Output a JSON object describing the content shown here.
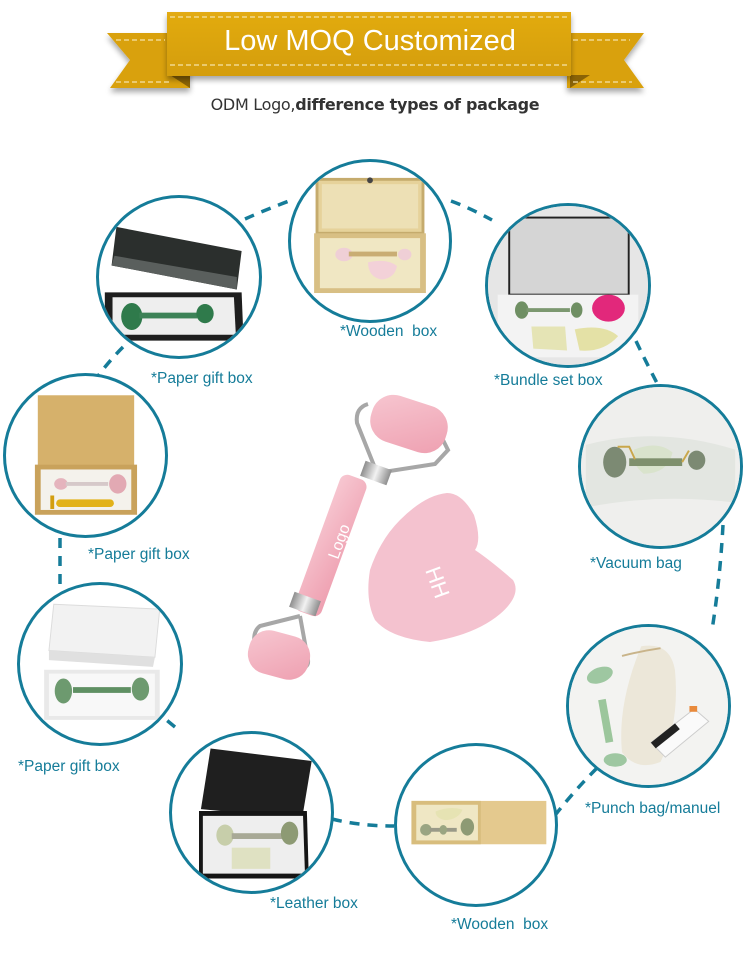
{
  "banner": {
    "title": "Low MOQ Customized",
    "ribbon_color": "#dba40b",
    "ribbon_dark": "#a67808"
  },
  "subtitle": {
    "regular": "ODM Logo,",
    "bold": "difference types of package"
  },
  "accent_color": "#157c99",
  "center_product": {
    "roller_logo_text": "Logo",
    "gua_sha_logo_text": "HH",
    "color": "#f3b8c4"
  },
  "packages": [
    {
      "id": "wooden-box-top",
      "label": "*Wooden  box",
      "icon": "wooden-box-icon"
    },
    {
      "id": "paper-gift-box-1",
      "label": "*Paper gift box",
      "icon": "black-marble-gift-box-icon"
    },
    {
      "id": "bundle-set-box",
      "label": "*Bundle set box",
      "icon": "bundle-set-box-icon"
    },
    {
      "id": "paper-gift-box-2",
      "label": "*Paper gift box",
      "icon": "kraft-gift-box-icon"
    },
    {
      "id": "vacuum-bag",
      "label": "*Vacuum bag",
      "icon": "vacuum-bag-icon"
    },
    {
      "id": "paper-gift-box-3",
      "label": "*Paper gift box",
      "icon": "white-gift-box-icon"
    },
    {
      "id": "punch-bag",
      "label": "*Punch bag/manuel",
      "icon": "punch-bag-icon"
    },
    {
      "id": "leather-box",
      "label": "*Leather box",
      "icon": "leather-box-icon"
    },
    {
      "id": "wooden-box-bottom",
      "label": "*Wooden  box",
      "icon": "sliding-wooden-box-icon"
    }
  ]
}
